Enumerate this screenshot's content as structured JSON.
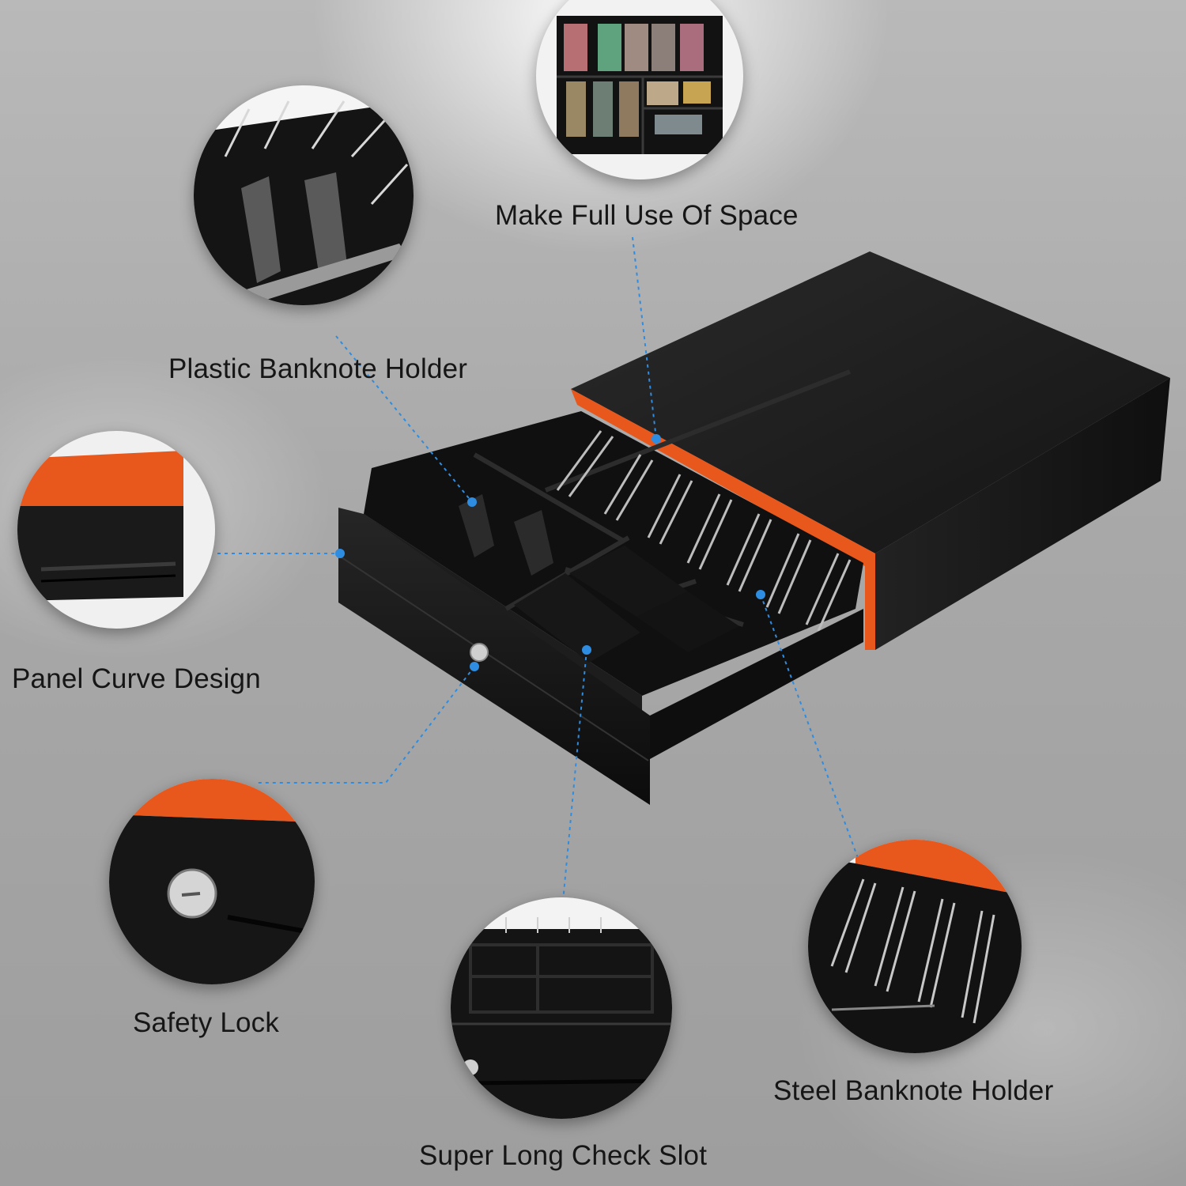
{
  "labels": {
    "make_full_use": "Make Full Use Of Space",
    "plastic_holder": "Plastic Banknote Holder",
    "panel_curve": "Panel Curve Design",
    "safety_lock": "Safety Lock",
    "check_slot": "Super Long Check Slot",
    "steel_holder": "Steel Banknote Holder"
  },
  "colors": {
    "body_black": "#1b1b1b",
    "accent_orange": "#e8571c",
    "callout_blue": "#2e8de0"
  }
}
